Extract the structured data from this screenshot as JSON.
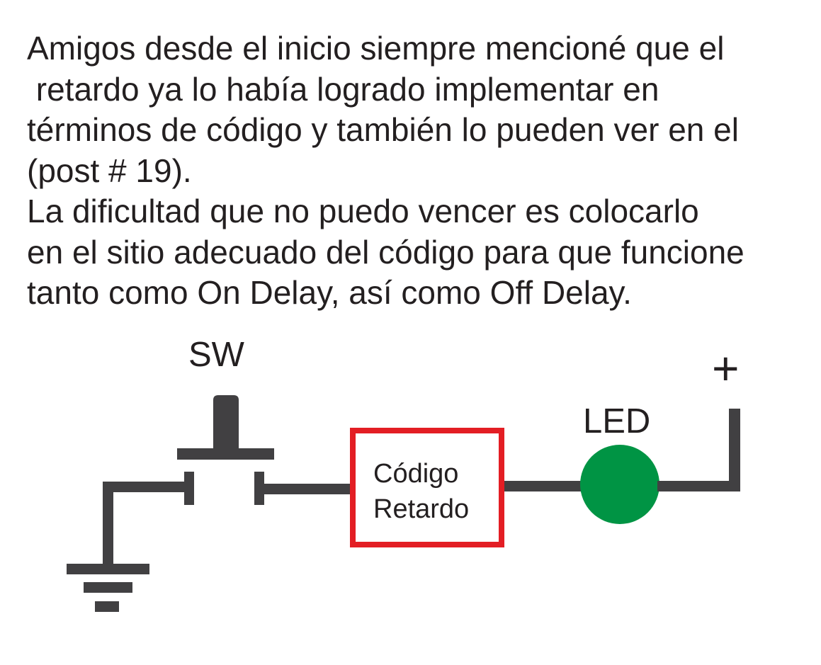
{
  "text": {
    "lines": [
      "Amigos desde el inicio siempre mencioné que el",
      " retardo ya lo había logrado implementar en",
      "términos de código y también lo pueden ver en el",
      "(post # 19).",
      "La dificultad que no puedo vencer es colocarlo",
      "en el sitio adecuado del código para que funcione",
      "tanto como On Delay, así como Off Delay."
    ]
  },
  "diagram": {
    "switch_label": "SW",
    "led_label": "LED",
    "plus_label": "+",
    "box_line1": "Código",
    "box_line2": "Retardo",
    "colors": {
      "wire": "#414042",
      "box_border": "#e31e24",
      "led_fill": "#009444",
      "text": "#231f20"
    },
    "icons": [
      "ground-icon",
      "push-button-switch-icon",
      "led-icon",
      "positive-terminal-icon"
    ]
  }
}
